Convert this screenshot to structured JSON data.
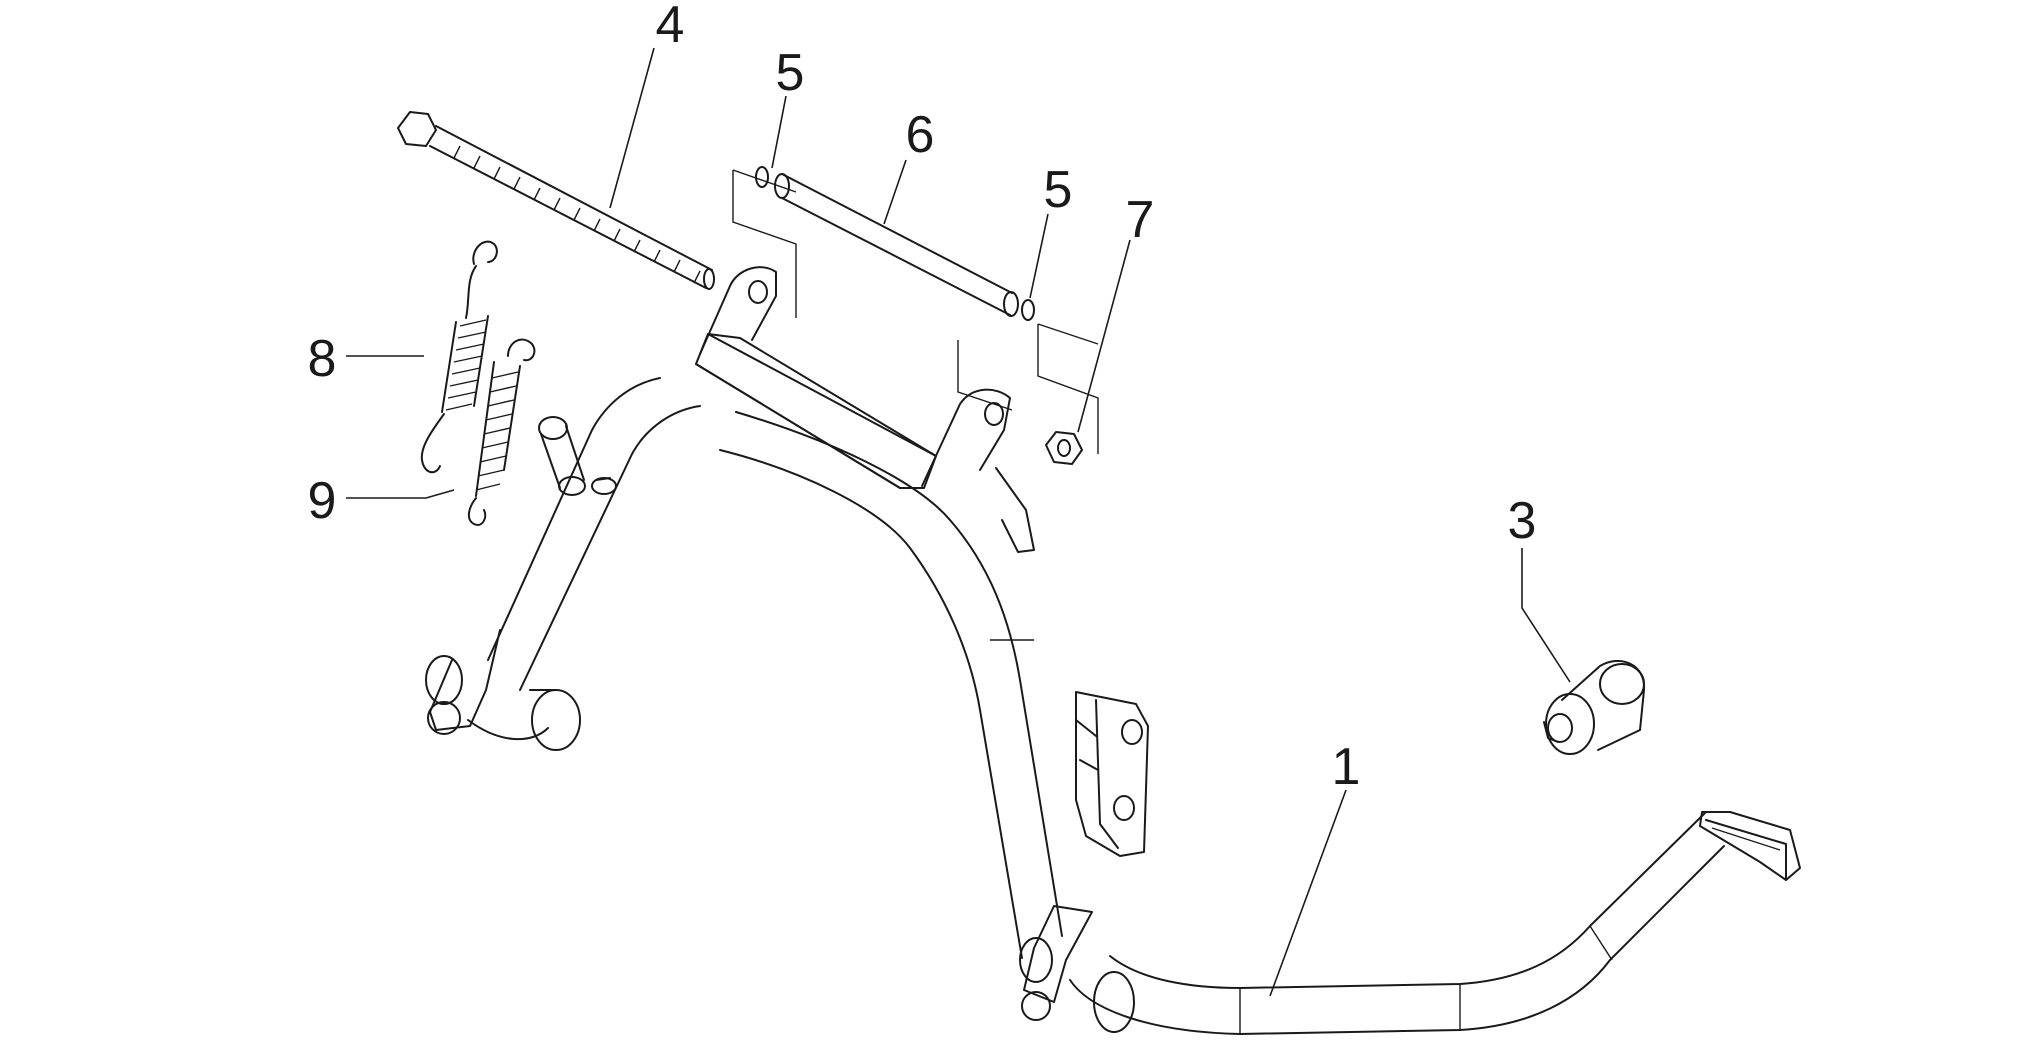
{
  "callouts": {
    "c1": "1",
    "c3": "3",
    "c4": "4",
    "c5a": "5",
    "c5b": "5",
    "c6": "6",
    "c7": "7",
    "c8": "8",
    "c9": "9"
  },
  "colors": {
    "line": "#1a1a1a",
    "background": "#ffffff"
  }
}
